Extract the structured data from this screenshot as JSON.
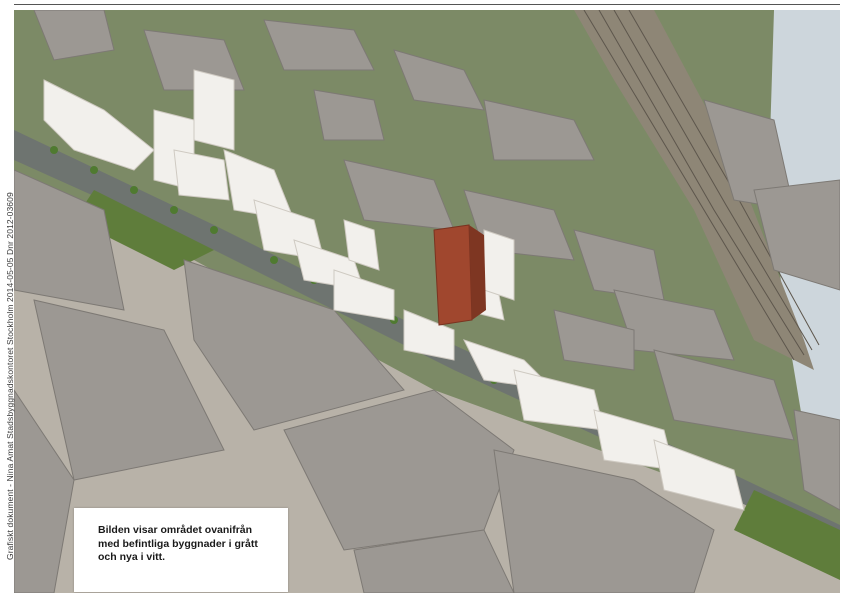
{
  "caption": {
    "line1": "Bilden visar området ovanifrån",
    "line2": "med befintliga byggnader i grått",
    "line3": "och nya i vitt."
  },
  "side_note": "Grafiskt dokument - Nina Amat Stadsbyggnadskontoret Stockholm 2014-05-05 Dnr 2012-03609",
  "palette": {
    "existing_buildings": "#9c9893",
    "new_buildings": "#f2f0ec",
    "highrise": "#a0472e",
    "greenery": "#5f7d3b",
    "water": "#cdd6dc",
    "street": "#6e7470"
  }
}
